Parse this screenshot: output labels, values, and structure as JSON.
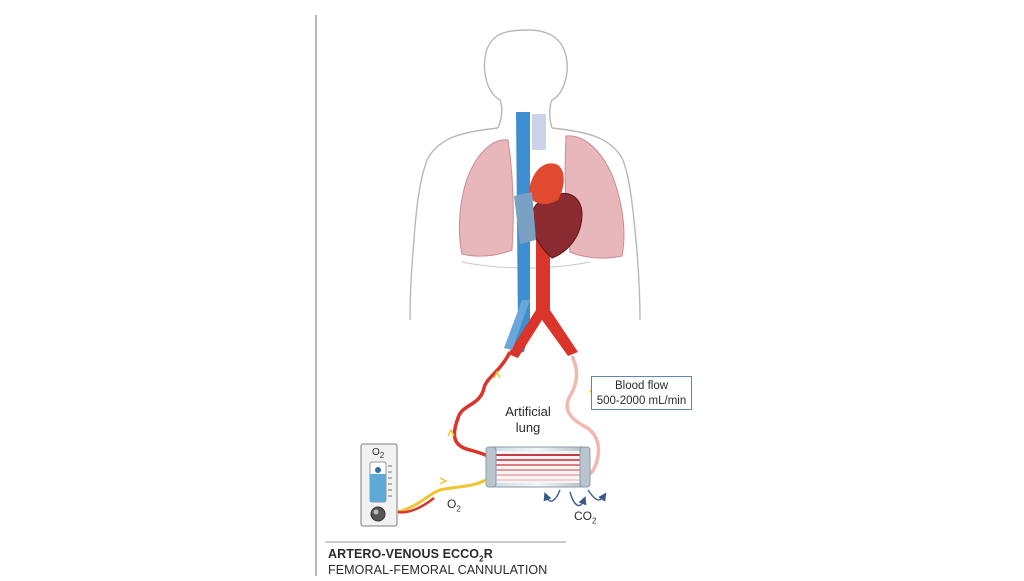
{
  "diagram": {
    "artificial_lung_label": [
      "Artificial",
      "lung"
    ],
    "blood_flow_label": "Blood flow",
    "blood_flow_rate": "500-2000 mL/min",
    "o2_meter_label": {
      "base": "O",
      "sub": "2"
    },
    "o2_inlet_label": {
      "base": "O",
      "sub": "2"
    },
    "co2_label": {
      "base": "CO",
      "sub": "2"
    }
  },
  "caption": {
    "title_pre": "ARTERO-VENOUS ECCO",
    "title_sub": "2",
    "title_post": "R",
    "subtitle": "FEMORAL-FEMORAL CANNULATION"
  },
  "colors": {
    "arterial_red": "#d9352b",
    "venous_blue": "#3d8fd1",
    "lung_pink": "#e7b7bb",
    "oxygen_yellow": "#f2c230",
    "co2_arrow": "#3a5a8c",
    "box_border": "#5b87b5"
  }
}
